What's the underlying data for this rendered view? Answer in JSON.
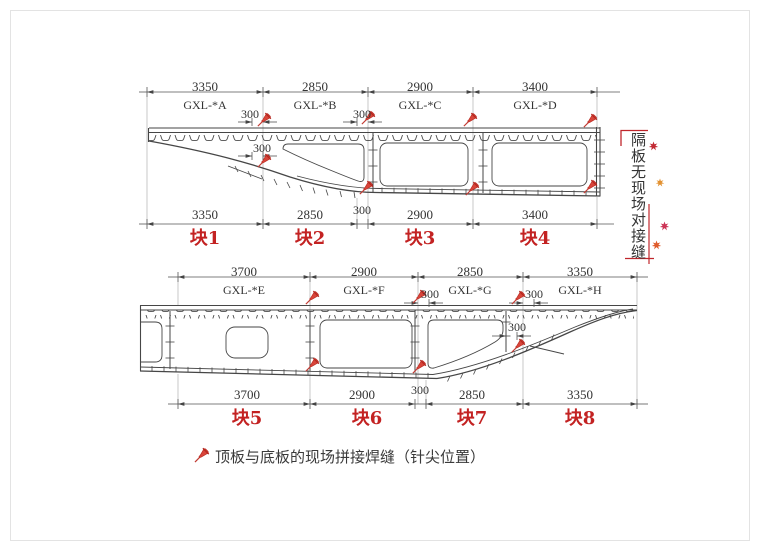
{
  "page": {
    "background": "#ffffff"
  },
  "colors": {
    "line": "#4a4a4a",
    "dim_text": "#333333",
    "block_red": "#c32222",
    "pin_red": "#d8453a",
    "bracket_red": "#c0262c",
    "leaf_orange": "#e2902f"
  },
  "top_view": {
    "top_dims": [
      "3350",
      "2850",
      "2900",
      "3400"
    ],
    "panel_labels": [
      "GXL-*A",
      "GXL-*B",
      "GXL-*C",
      "GXL-*D"
    ],
    "offset_dims": [
      "300",
      "300",
      "300"
    ],
    "bottom_dims": [
      "3350",
      "2850",
      "300",
      "2900",
      "3400"
    ],
    "block_labels": [
      "块1",
      "块2",
      "块3",
      "块4"
    ]
  },
  "bottom_view": {
    "top_dims": [
      "3700",
      "2900",
      "2850",
      "3350"
    ],
    "panel_labels": [
      "GXL-*E",
      "GXL-*F",
      "GXL-*G",
      "GXL-*H"
    ],
    "offset_dims": [
      "300",
      "300",
      "300"
    ],
    "bottom_dims": [
      "3700",
      "2900",
      "300",
      "2850",
      "3350"
    ],
    "block_labels": [
      "块5",
      "块6",
      "块7",
      "块8"
    ]
  },
  "side_note": {
    "text": "隔板无现场对接缝"
  },
  "legend": {
    "icon": "weld-pin-icon",
    "text": "顶板与底板的现场拼接焊缝（针尖位置）"
  }
}
